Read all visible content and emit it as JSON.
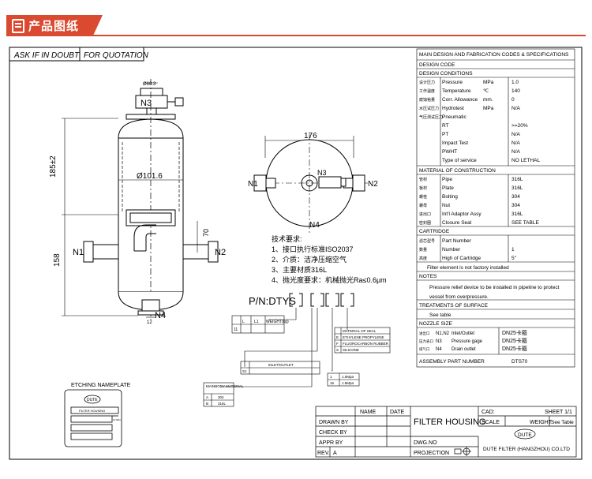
{
  "header": {
    "title": "产品图纸"
  },
  "notice": {
    "ask": "ASK IF IN DOUBT",
    "quote": "FOR QUOTATION"
  },
  "front_view": {
    "top_dim": "Ø60.3",
    "n3": "N3",
    "height_dim": "185±2",
    "diameter": "Ø101.6",
    "n1": "N1",
    "n2": "N2",
    "dim_70": "70",
    "dim_158": "158",
    "n4": "N4",
    "small_dim": "12"
  },
  "top_view": {
    "width": "176",
    "n3": "N3",
    "n1": "N1",
    "n2": "N2",
    "n4": "N4"
  },
  "tech_req": {
    "title": "技术要求:",
    "items": [
      "1、接口执行标准ISO2037",
      "2、介质：洁净压缩空气",
      "3、主要材质316L",
      "4、抛光度要求：机械抛光Ra≤0.6μm"
    ]
  },
  "pn": {
    "label": "P/N:DTYS"
  },
  "mini_tables": {
    "t1_headers": [
      "L",
      "L1",
      "WEIGHT(kg)"
    ],
    "t1_row": "11",
    "seal": [
      {
        "code": "",
        "name": "MATERIAL OF SEAL"
      },
      {
        "code": "E",
        "name": "ETHYLENE PROPYLENE"
      },
      {
        "code": "F",
        "name": "FLUOROCARBON RUBBER"
      },
      {
        "code": "S",
        "name": "SILICONE"
      }
    ],
    "inlet": [
      {
        "code": "",
        "name": "INLET/OUTLET"
      },
      {
        "code": "S1",
        "name": ""
      }
    ],
    "press": [
      {
        "code": "1",
        "name": "1.0Mpa"
      },
      {
        "code": "16",
        "name": "1.6Mpa"
      }
    ],
    "material": [
      {
        "code": "",
        "name": "MAINBODY MATERIAL"
      },
      {
        "code": "A",
        "name": "304"
      },
      {
        "code": "B",
        "name": "316L"
      }
    ]
  },
  "nameplate": {
    "title": "ETCHING NAMEPLATE",
    "logo": "DUTE",
    "rows": [
      "FILTER HOUSING",
      "",
      "",
      ""
    ],
    "side": "10 Mbs"
  },
  "spec": {
    "title": "MAIN DESIGN AND FABRICATION CODES & SPECIFICATIONS",
    "design_code": "DESIGN CODE",
    "design_conditions": "DESIGN CONDITIONS",
    "conditions": [
      {
        "cn": "设计压力",
        "en": "Pressure",
        "unit": "MPa",
        "val": "1.0"
      },
      {
        "cn": "工作温度",
        "en": "Temperature",
        "unit": "℃",
        "val": "140"
      },
      {
        "cn": "腐蚀裕量",
        "en": "Corr. Allowance",
        "unit": "mm.",
        "val": "0"
      },
      {
        "cn": "水压试压力",
        "en": "Hydrotest",
        "unit": "MPa",
        "val": "N/A"
      },
      {
        "cn": "气压测试压力",
        "en": "Pneumatic",
        "unit": "",
        "val": ""
      },
      {
        "cn": "",
        "en": "RT",
        "unit": "",
        "val": ">=20%"
      },
      {
        "cn": "",
        "en": "PT",
        "unit": "",
        "val": "N/A"
      },
      {
        "cn": "",
        "en": "Impact Test",
        "unit": "",
        "val": "N/A"
      },
      {
        "cn": "",
        "en": "PWHT",
        "unit": "",
        "val": "N/A"
      },
      {
        "cn": "",
        "en": "Type of service",
        "unit": "",
        "val": "NO LETHAL"
      }
    ],
    "material_title": "MATERIAL OF CONSTRUCTION",
    "materials": [
      {
        "cn": "管材",
        "en": "Pipe",
        "val": "316L"
      },
      {
        "cn": "板材",
        "en": "Plate",
        "val": "316L"
      },
      {
        "cn": "螺栓",
        "en": "Bolting",
        "val": "304"
      },
      {
        "cn": "螺母",
        "en": "Nut",
        "val": "304"
      },
      {
        "cn": "进出口",
        "en": "Int'l Adaptor Assy",
        "val": "316L"
      },
      {
        "cn": "密封圈",
        "en": "Closure Seal",
        "val": "SEE TABLE"
      }
    ],
    "cartridge_title": "CARTRIDGE",
    "cartridge": [
      {
        "cn": "滤芯型号",
        "en": "Part Number",
        "val": ""
      },
      {
        "cn": "数量",
        "en": "Number",
        "val": "1"
      },
      {
        "cn": "高度",
        "en": "High of Cartridge",
        "val": "5\""
      }
    ],
    "cartridge_note": "Filter element is not factory installed",
    "notes_title": "NOTES",
    "notes": [
      "Pressure relief device to be installed in pipeline to protect",
      "vessel from overpressure."
    ],
    "surface_title": "TREATMENTS OF SURFACE",
    "surface": "See table",
    "nozzle_title": "NOZZLE SIZE",
    "nozzles": [
      {
        "cn": "进出口",
        "code": "N1,N2",
        "name": "Inlet/Outlet",
        "size": "DN25卡箍"
      },
      {
        "cn": "压力表口",
        "code": "N3",
        "name": "Pressure gage",
        "size": "DN25卡箍"
      },
      {
        "cn": "排气口",
        "code": "N4",
        "name": "Drain outlet",
        "size": "DN25卡箍"
      }
    ],
    "assembly_label": "ASSEMBLY PART NUMBER",
    "assembly_val": "DTS70"
  },
  "title_block": {
    "name": "NAME",
    "date": "DATE",
    "drawn": "DRAWN BY",
    "check": "CHECK BY",
    "appr": "APPR BY",
    "rev": "REV.",
    "rev_val": "A",
    "product": "FILTER HOUSING",
    "cad": "CAD:",
    "sheet": "SHEET 1/1",
    "scale": "SCALE",
    "weight": "WEIGHT",
    "weight_val": "See Table",
    "dwg": "DWG.NO",
    "projection": "PROJECTION",
    "logo": "DUTE",
    "company": "DUTE FILTER (HANGZHOU) CO.LTD"
  }
}
